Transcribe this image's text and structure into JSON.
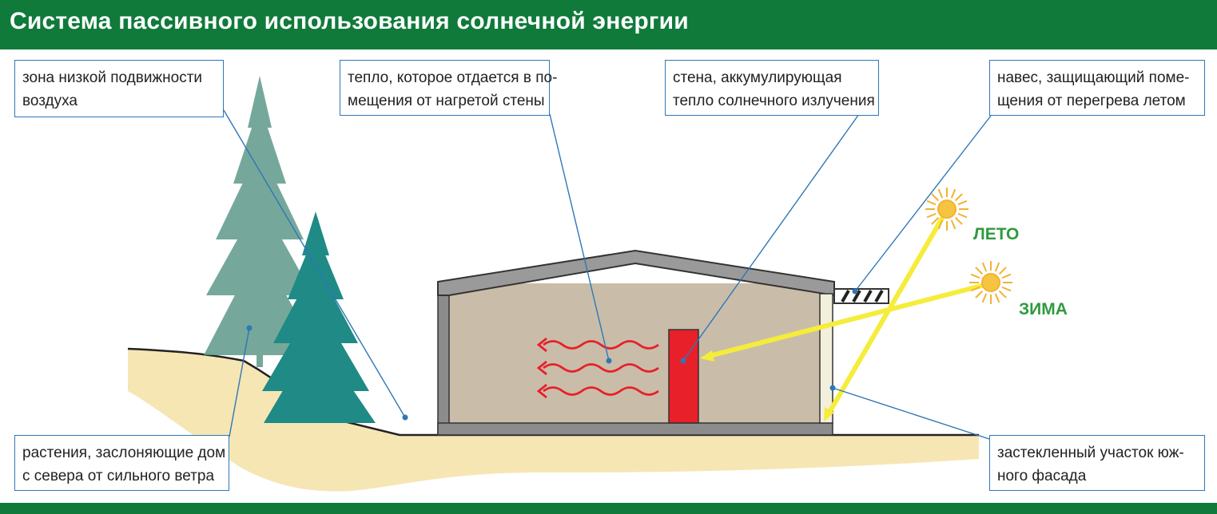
{
  "title": "Система пассивного использования солнечной энергии",
  "callouts": {
    "low_air_zone": [
      "зона низкой подвижности",
      "воздуха"
    ],
    "heat_from_wall": [
      "тепло, которое отдается в по-",
      "мещения от нагретой стены"
    ],
    "storage_wall": [
      "стена, аккумулирующая",
      "тепло солнечного излучения"
    ],
    "canopy": [
      "навес, защищающий поме-",
      "щения от перегрева летом"
    ],
    "plants": [
      "растения, заслоняющие дом",
      "с севера от сильного ветра"
    ],
    "glazed_facade": [
      "застекленный участок юж-",
      "ного фасада"
    ]
  },
  "seasons": {
    "summer": "ЛЕТО",
    "winter": "ЗИМА"
  },
  "colors": {
    "header_green": "#0f7a3a",
    "callout_border": "#2e77b8",
    "leader_line": "#2e77b8",
    "ground": "#f6e6b4",
    "house_wall": "#c9bda9",
    "roof": "#3a3a3a",
    "storage_wall": "#e8202a",
    "sun_ray": "#f6ec3a",
    "heat_arrow": "#e8202a",
    "season_label": "#2f9a3e",
    "spruce_back": "#5d9a8a",
    "spruce_front": "#1f8a86"
  },
  "icons": [
    "sun-summer-icon",
    "sun-winter-icon",
    "heat-wave-arrow-icon",
    "tree-icon"
  ]
}
